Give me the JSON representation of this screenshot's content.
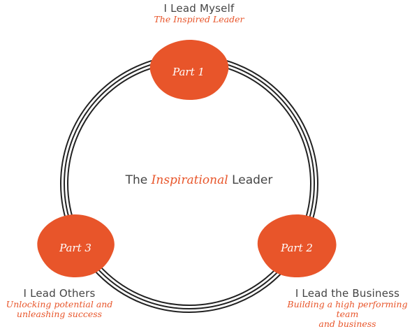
{
  "center": {
    "prefix": "The",
    "accent": "Inspirational",
    "suffix": "Leader"
  },
  "parts": [
    {
      "label": "Part 1",
      "title": "I Lead Myself",
      "subtitle_lines": [
        "The Inspired Leader"
      ]
    },
    {
      "label": "Part 2",
      "title": "I Lead the Business",
      "subtitle_lines": [
        "Building a high performing team",
        "and business"
      ]
    },
    {
      "label": "Part 3",
      "title": "I Lead Others",
      "subtitle_lines": [
        "Unlocking potential and",
        "unleashing success"
      ]
    }
  ],
  "colors": {
    "accent": "#e8552a",
    "ring": "#222222",
    "text": "#444444"
  }
}
